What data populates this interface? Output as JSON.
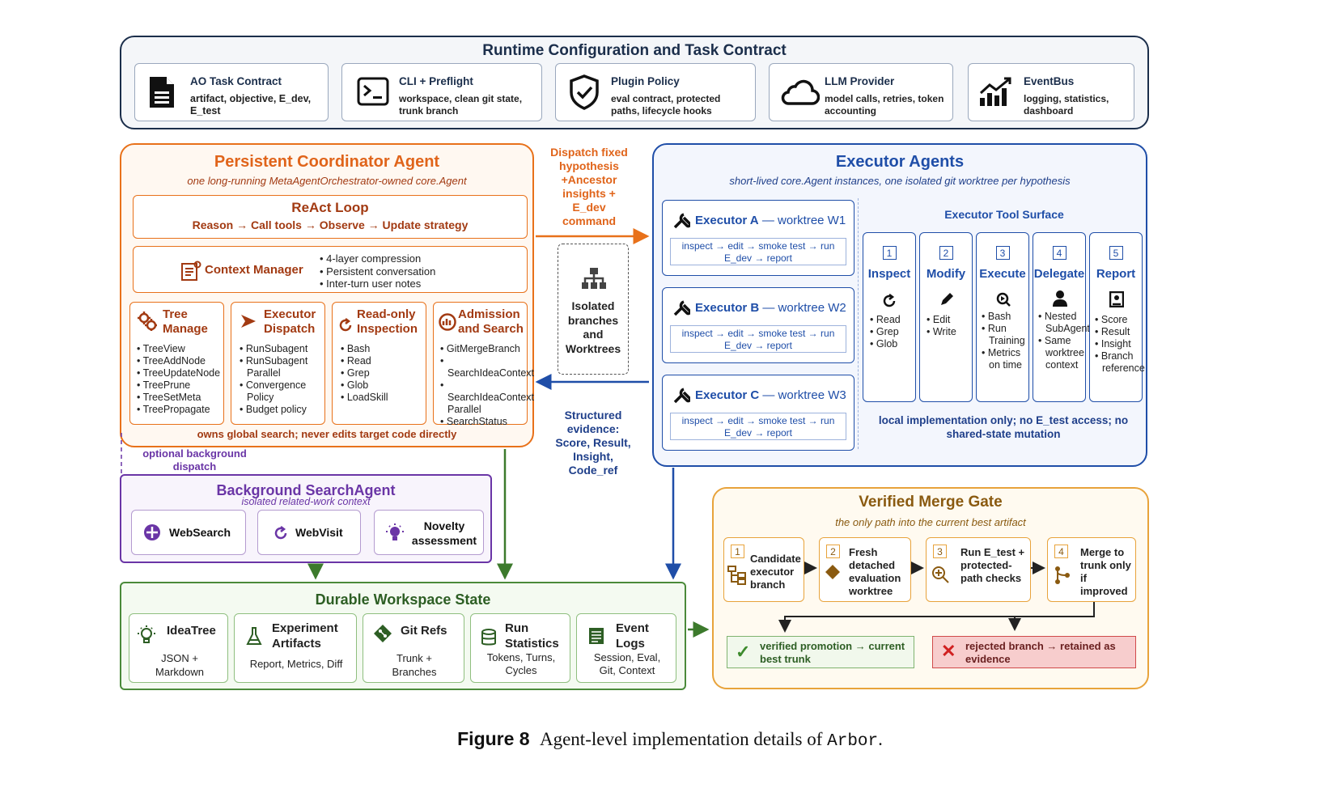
{
  "colors": {
    "top_border": "#1b2e4b",
    "top_bg": "#f4f6f9",
    "coord": "#e8711a",
    "coord_bg": "#fff8f1",
    "coord_text": "#a23a12",
    "exec": "#1f4ea8",
    "exec_bg": "#f3f6fd",
    "search": "#6a35a6",
    "search_bg": "#f8f4fc",
    "work": "#4a8a3a",
    "work_bg": "#f4faf1",
    "work_text": "#2d5e24",
    "gate": "#e8a33b",
    "gate_bg": "#fffaf0",
    "gate_text": "#8a5a10",
    "reject_bg": "#f7cdcd",
    "reject_border": "#d04a4a"
  },
  "runtime": {
    "title": "Runtime Configuration and Task Contract",
    "items": [
      {
        "icon": "document-icon",
        "title": "AO Task Contract",
        "desc": "artifact, objective, E_dev, E_test"
      },
      {
        "icon": "terminal-icon",
        "title": "CLI + Preflight",
        "desc": "workspace, clean git state, trunk branch"
      },
      {
        "icon": "shield-icon",
        "title": "Plugin Policy",
        "desc": "eval contract, protected paths, lifecycle hooks"
      },
      {
        "icon": "cloud-icon",
        "title": "LLM Provider",
        "desc": "model calls, retries, token accounting"
      },
      {
        "icon": "chart-icon",
        "title": "EventBus",
        "desc": "logging, statistics, dashboard"
      }
    ]
  },
  "coordinator": {
    "title": "Persistent Coordinator Agent",
    "subtitle": "one long-running MetaAgentOrchestrator-owned core.Agent",
    "react_title": "ReAct Loop",
    "react_flow": "Reason → Call tools → Observe → Update strategy",
    "context_title": "Context Manager",
    "context_items": [
      "4-layer compression",
      "Persistent conversation",
      "Inter-turn user notes"
    ],
    "tools": [
      {
        "icon": "gears-icon",
        "title": "Tree Manage",
        "items": [
          "TreeView",
          "TreeAddNode",
          "TreeUpdateNode",
          "TreePrune",
          "TreeSetMeta",
          "TreePropagate"
        ]
      },
      {
        "icon": "dispatch-icon",
        "title": "Executor Dispatch",
        "items": [
          "RunSubagent",
          "RunSubagent Parallel",
          "Convergence Policy",
          "Budget policy"
        ]
      },
      {
        "icon": "refresh-icon",
        "title": "Read-only Inspection",
        "items": [
          "Bash",
          "Read",
          "Grep",
          "Glob",
          "LoadSkill"
        ]
      },
      {
        "icon": "gauge-icon",
        "title": "Admission and Search",
        "items": [
          "GitMergeBranch",
          "SearchIdeaContext",
          "SearchIdeaContext Parallel",
          "SearchStatus"
        ]
      }
    ],
    "footer": "owns global search; never edits target code directly"
  },
  "middle": {
    "dispatch_label": "Dispatch fixed hypothesis +Ancestor insights + E_dev command",
    "isolated_label": "Isolated branches and Worktrees",
    "evidence_label": "Structured evidence: Score, Result, Insight, Code_ref",
    "optional_label": "optional background dispatch"
  },
  "executors": {
    "title": "Executor Agents",
    "subtitle": "short-lived core.Agent instances, one isolated git worktree per hypothesis",
    "agents": [
      {
        "name": "Executor A",
        "worktree": "— worktree W1",
        "flow": "inspect → edit → smoke test → run E_dev → report"
      },
      {
        "name": "Executor B",
        "worktree": "— worktree W2",
        "flow": "inspect → edit → smoke test → run E_dev → report"
      },
      {
        "name": "Executor C",
        "worktree": "— worktree W3",
        "flow": "inspect → edit → smoke test → run E_dev → report"
      }
    ],
    "surface_title": "Executor Tool Surface",
    "surface": [
      {
        "num": "1",
        "title": "Inspect",
        "icon": "refresh-icon",
        "items": [
          "Read",
          "Grep",
          "Glob"
        ]
      },
      {
        "num": "2",
        "title": "Modify",
        "icon": "pencil-icon",
        "items": [
          "Edit",
          "Write"
        ]
      },
      {
        "num": "3",
        "title": "Execute",
        "icon": "run-icon",
        "items": [
          "Bash",
          "Run Training",
          "Metrics on time"
        ]
      },
      {
        "num": "4",
        "title": "Delegate",
        "icon": "person-icon",
        "items": [
          "Nested SubAgent",
          "Same worktree context"
        ]
      },
      {
        "num": "5",
        "title": "Report",
        "icon": "report-icon",
        "items": [
          "Score",
          "Result",
          "Insight",
          "Branch reference"
        ]
      }
    ],
    "surface_footer": "local implementation only; no E_test access; no shared-state mutation"
  },
  "search": {
    "title": "Background SearchAgent",
    "subtitle": "isolated related-work context",
    "items": [
      {
        "icon": "plus-circle-icon",
        "label": "WebSearch"
      },
      {
        "icon": "refresh-icon",
        "label": "WebVisit"
      },
      {
        "icon": "bulb-icon",
        "label": "Novelty assessment"
      }
    ]
  },
  "workspace": {
    "title": "Durable Workspace State",
    "items": [
      {
        "icon": "bulb-icon",
        "title": "IdeaTree",
        "desc": "JSON + Markdown"
      },
      {
        "icon": "flask-icon",
        "title": "Experiment Artifacts",
        "desc": "Report, Metrics, Diff"
      },
      {
        "icon": "git-icon",
        "title": "Git Refs",
        "desc": "Trunk + Branches"
      },
      {
        "icon": "database-icon",
        "title": "Run Statistics",
        "desc": "Tokens, Turns, Cycles"
      },
      {
        "icon": "log-icon",
        "title": "Event Logs",
        "desc": "Session, Eval, Git, Context"
      }
    ]
  },
  "gate": {
    "title": "Verified Merge Gate",
    "subtitle": "the only path into the current best artifact",
    "steps": [
      {
        "num": "1",
        "icon": "hierarchy-icon",
        "label": "Candidate executor branch"
      },
      {
        "num": "2",
        "icon": "diamond-icon",
        "label": "Fresh detached evaluation worktree"
      },
      {
        "num": "3",
        "icon": "magnify-icon",
        "label": "Run E_test + protected-path checks"
      },
      {
        "num": "4",
        "icon": "merge-icon",
        "label": "Merge to trunk only if improved"
      }
    ],
    "verified": "verified promotion → current best trunk",
    "rejected": "rejected branch → retained as evidence"
  },
  "caption": {
    "label": "Figure 8",
    "text": "Agent-level implementation details of ",
    "code": "Arbor",
    "end": "."
  }
}
